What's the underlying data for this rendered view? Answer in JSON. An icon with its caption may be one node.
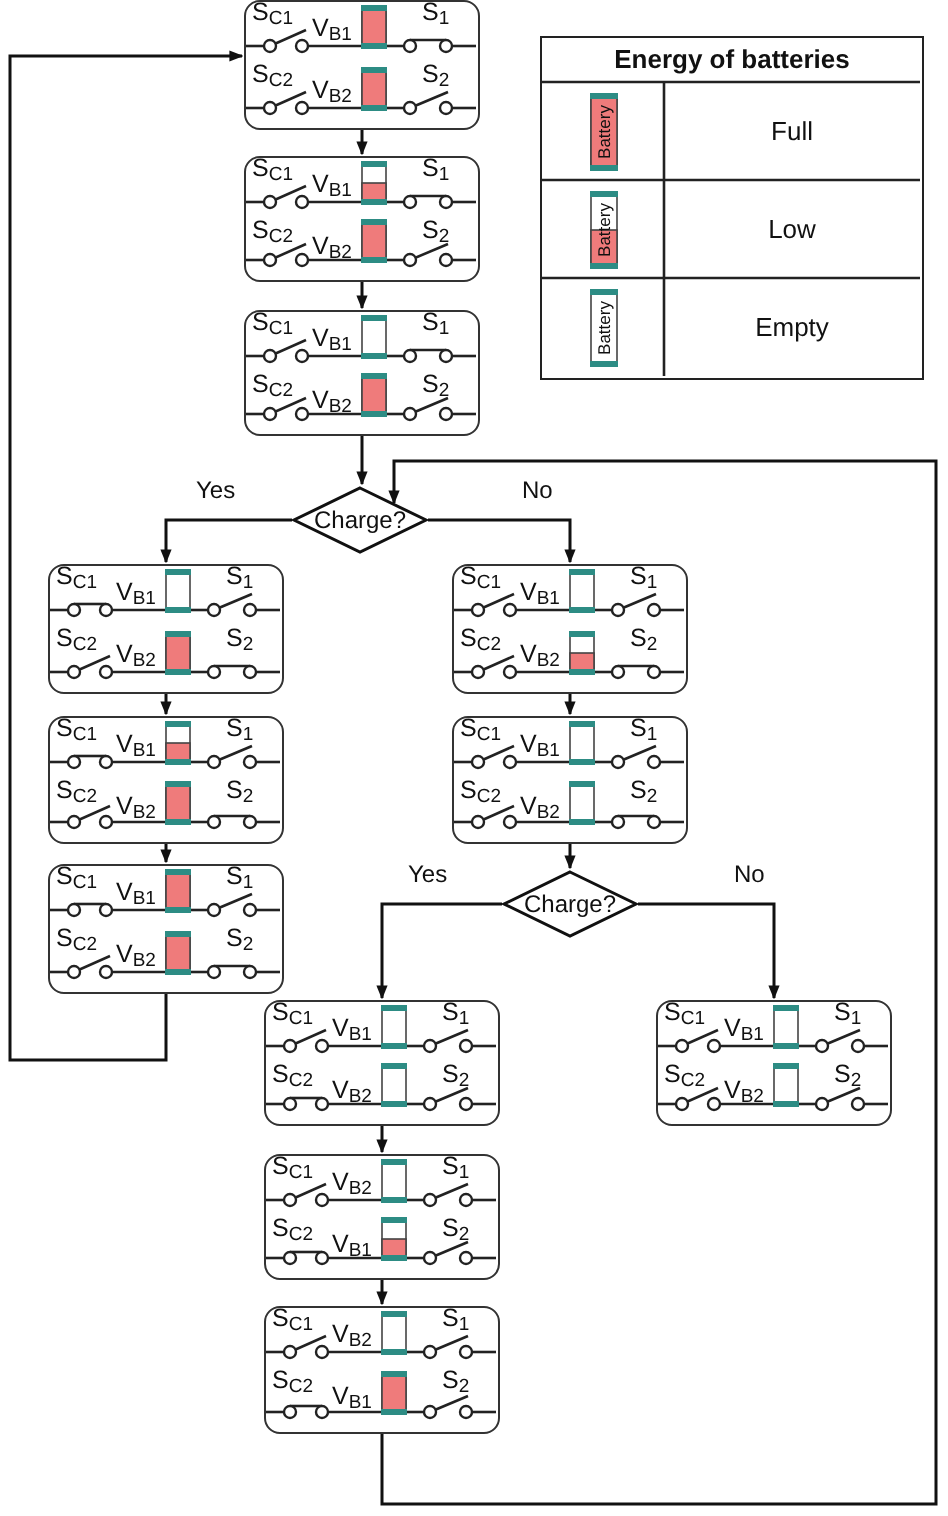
{
  "diagram": {
    "nodes": [
      {
        "text": [
          "S$_{C1}$",
          "V$_{B1}$",
          "S$_{1}$",
          "S$_{C2}$",
          "V$_{B2}$",
          "S$_{2}$"
        ]
      },
      {
        "text": [
          "S$_{C1}$",
          "V$_{B1}$",
          "S$_{1}$",
          "S$_{C2}$",
          "V$_{B2}$",
          "S$_{2}$"
        ]
      },
      {
        "text": [
          "S$_{C1}$",
          "V$_{B1}$",
          "S$_{1}$",
          "S$_{C2}$",
          "V$_{B2}$",
          "S$_{2}$"
        ]
      },
      {
        "text": [
          "Charge?"
        ]
      },
      {
        "text": [
          "S$_{C1}$",
          "V$_{B1}$",
          "S$_{1}$",
          "S$_{C2}$",
          "V$_{B2}$",
          "S$_{2}$"
        ]
      },
      {
        "text": [
          "S$_{C1}$",
          "V$_{B1}$",
          "S$_{1}$",
          "S$_{C2}$",
          "V$_{B2}$",
          "S$_{2}$"
        ]
      },
      {
        "text": [
          "S$_{C1}$",
          "V$_{B1}$",
          "S$_{1}$",
          "S$_{C2}$",
          "V$_{B2}$",
          "S$_{2}$"
        ]
      },
      {
        "text": [
          "S$_{C1}$",
          "V$_{B1}$",
          "S$_{1}$",
          "S$_{C2}$",
          "V$_{B2}$",
          "S$_{2}$"
        ]
      },
      {
        "text": [
          "S$_{C1}$",
          "V$_{B1}$",
          "S$_{1}$",
          "S$_{C2}$",
          "V$_{B2}$",
          "S$_{2}$"
        ]
      },
      {
        "text": [
          "Charge?"
        ]
      },
      {
        "text": [
          "S$_{C1}$",
          "V$_{B1}$",
          "S$_{1}$",
          "S$_{C2}$",
          "V$_{B2}$",
          "S$_{2}$"
        ]
      },
      {
        "text": [
          "S$_{C1}$",
          "V$_{B1}$",
          "S$_{1}$",
          "S$_{C2}$",
          "V$_{B2}$",
          "S$_{2}$"
        ]
      },
      {
        "text": [
          "S$_{C1}$",
          "V$_{B2}$",
          "S$_{1}$",
          "S$_{C2}$",
          "V$_{B1}$",
          "S$_{2}$"
        ]
      },
      {
        "text": [
          "S$_{C1}$",
          "V$_{B2}$",
          "S$_{1}$",
          "S$_{C2}$",
          "V$_{B1}$",
          "S$_{2}$"
        ]
      }
    ],
    "edges": [
      {
        "from": 0,
        "to": 1,
        "arrow": "to"
      },
      {
        "from": 1,
        "to": 2,
        "arrow": "to"
      },
      {
        "from": 2,
        "to": 3,
        "arrow": "to"
      },
      {
        "from": 3,
        "to": 4,
        "label": "Yes",
        "arrow": "to"
      },
      {
        "from": 3,
        "to": 7,
        "label": "No",
        "arrow": "to"
      },
      {
        "from": 4,
        "to": 5,
        "arrow": "to"
      },
      {
        "from": 5,
        "to": 6,
        "arrow": "to"
      },
      {
        "from": 6,
        "to": 0,
        "arrow": "to"
      },
      {
        "from": 7,
        "to": 8,
        "arrow": "to"
      },
      {
        "from": 8,
        "to": 9,
        "arrow": "to"
      },
      {
        "from": 9,
        "to": 10,
        "label": "Yes",
        "arrow": "to"
      },
      {
        "from": 9,
        "to": 11,
        "label": "No",
        "arrow": "to"
      },
      {
        "from": 10,
        "to": 12,
        "arrow": "to"
      },
      {
        "from": 12,
        "to": 13,
        "arrow": "to"
      },
      {
        "from": 13,
        "to": 3,
        "arrow": "to"
      }
    ],
    "labels": [
      "Energy of batteries",
      "Battery",
      "Battery",
      "Battery"
    ],
    "legend": [
      {
        "text": "Full"
      },
      {
        "text": "Low"
      },
      {
        "text": "Empty"
      }
    ]
  }
}
